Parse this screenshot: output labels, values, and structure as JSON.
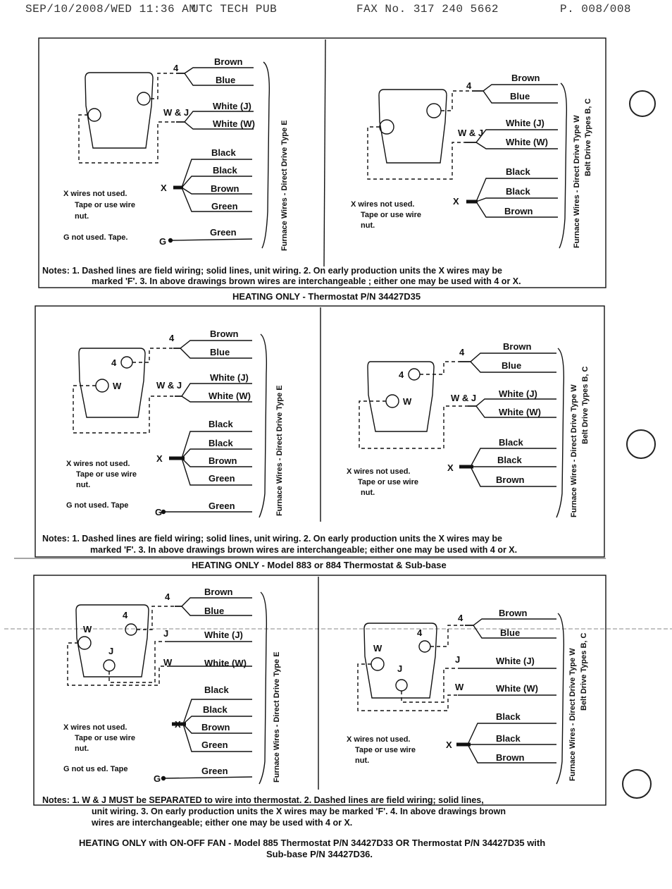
{
  "fax_header": {
    "datetime": "SEP/10/2008/WED 11:36 AM",
    "sender": "UTC TECH PUB",
    "fax_no": "FAX No. 317 240 5662",
    "page": "P. 008/008"
  },
  "wire_labels": {
    "brown": "Brown",
    "blue": "Blue",
    "white_j": "White (J)",
    "white_w": "White (W)",
    "black": "Black",
    "green": "Green"
  },
  "terminals": {
    "t4": "4",
    "wj": "W & J",
    "x": "X",
    "g": "G",
    "w": "W",
    "j": "J"
  },
  "vertical_labels": {
    "type_e": "Furnace Wires - Direct Drive Type E",
    "type_w_line1": "Furnace Wires - Direct Drive Type W",
    "type_w_line2": "Belt Drive Types B, C"
  },
  "side_notes": {
    "x_not_used_line1": "X wires not used.",
    "x_not_used_line2": "Tape or use wire",
    "x_not_used_line3": "nut.",
    "g_not_used": "G not used. Tape.",
    "g_not_used_plain": "G not used. Tape",
    "g_not_used_sp": "G not us ed. Tape"
  },
  "section1": {
    "notes_line1": "Notes: 1. Dashed lines are field wiring; solid lines, unit wiring. 2. On early production units the X wires may be",
    "notes_line2": "marked 'F'. 3. In above drawings brown wires are interchangeable ; either one may be used with 4 or X.",
    "caption": "HEATING ONLY - Thermostat P/N 34427D35"
  },
  "section2": {
    "notes_line1": "Notes: 1. Dashed lines are field wiring; solid lines, unit wiring. 2. On early production units the X wires may be",
    "notes_line2": "marked 'F'. 3. In above drawings brown wires are interchangeable; either one may be used with 4 or X.",
    "caption": "HEATING ONLY - Model 883 or 884 Thermostat & Sub-base"
  },
  "section3": {
    "notes_line1": "Notes: 1. W & J MUST be SEPARATED to wire into thermostat. 2. Dashed lines are field wiring; solid lines,",
    "notes_line2": "unit wiring. 3. On early production units the X wires may be marked 'F'. 4. In above drawings brown",
    "notes_line3": "wires are interchangeable; either one may be used with 4 or X.",
    "caption_line1": "HEATING ONLY with ON-OFF FAN - Model 885 Thermostat P/N 34427D33 OR Thermostat P/N 34427D35 with",
    "caption_line2": "Sub-base P/N 34427D36."
  }
}
